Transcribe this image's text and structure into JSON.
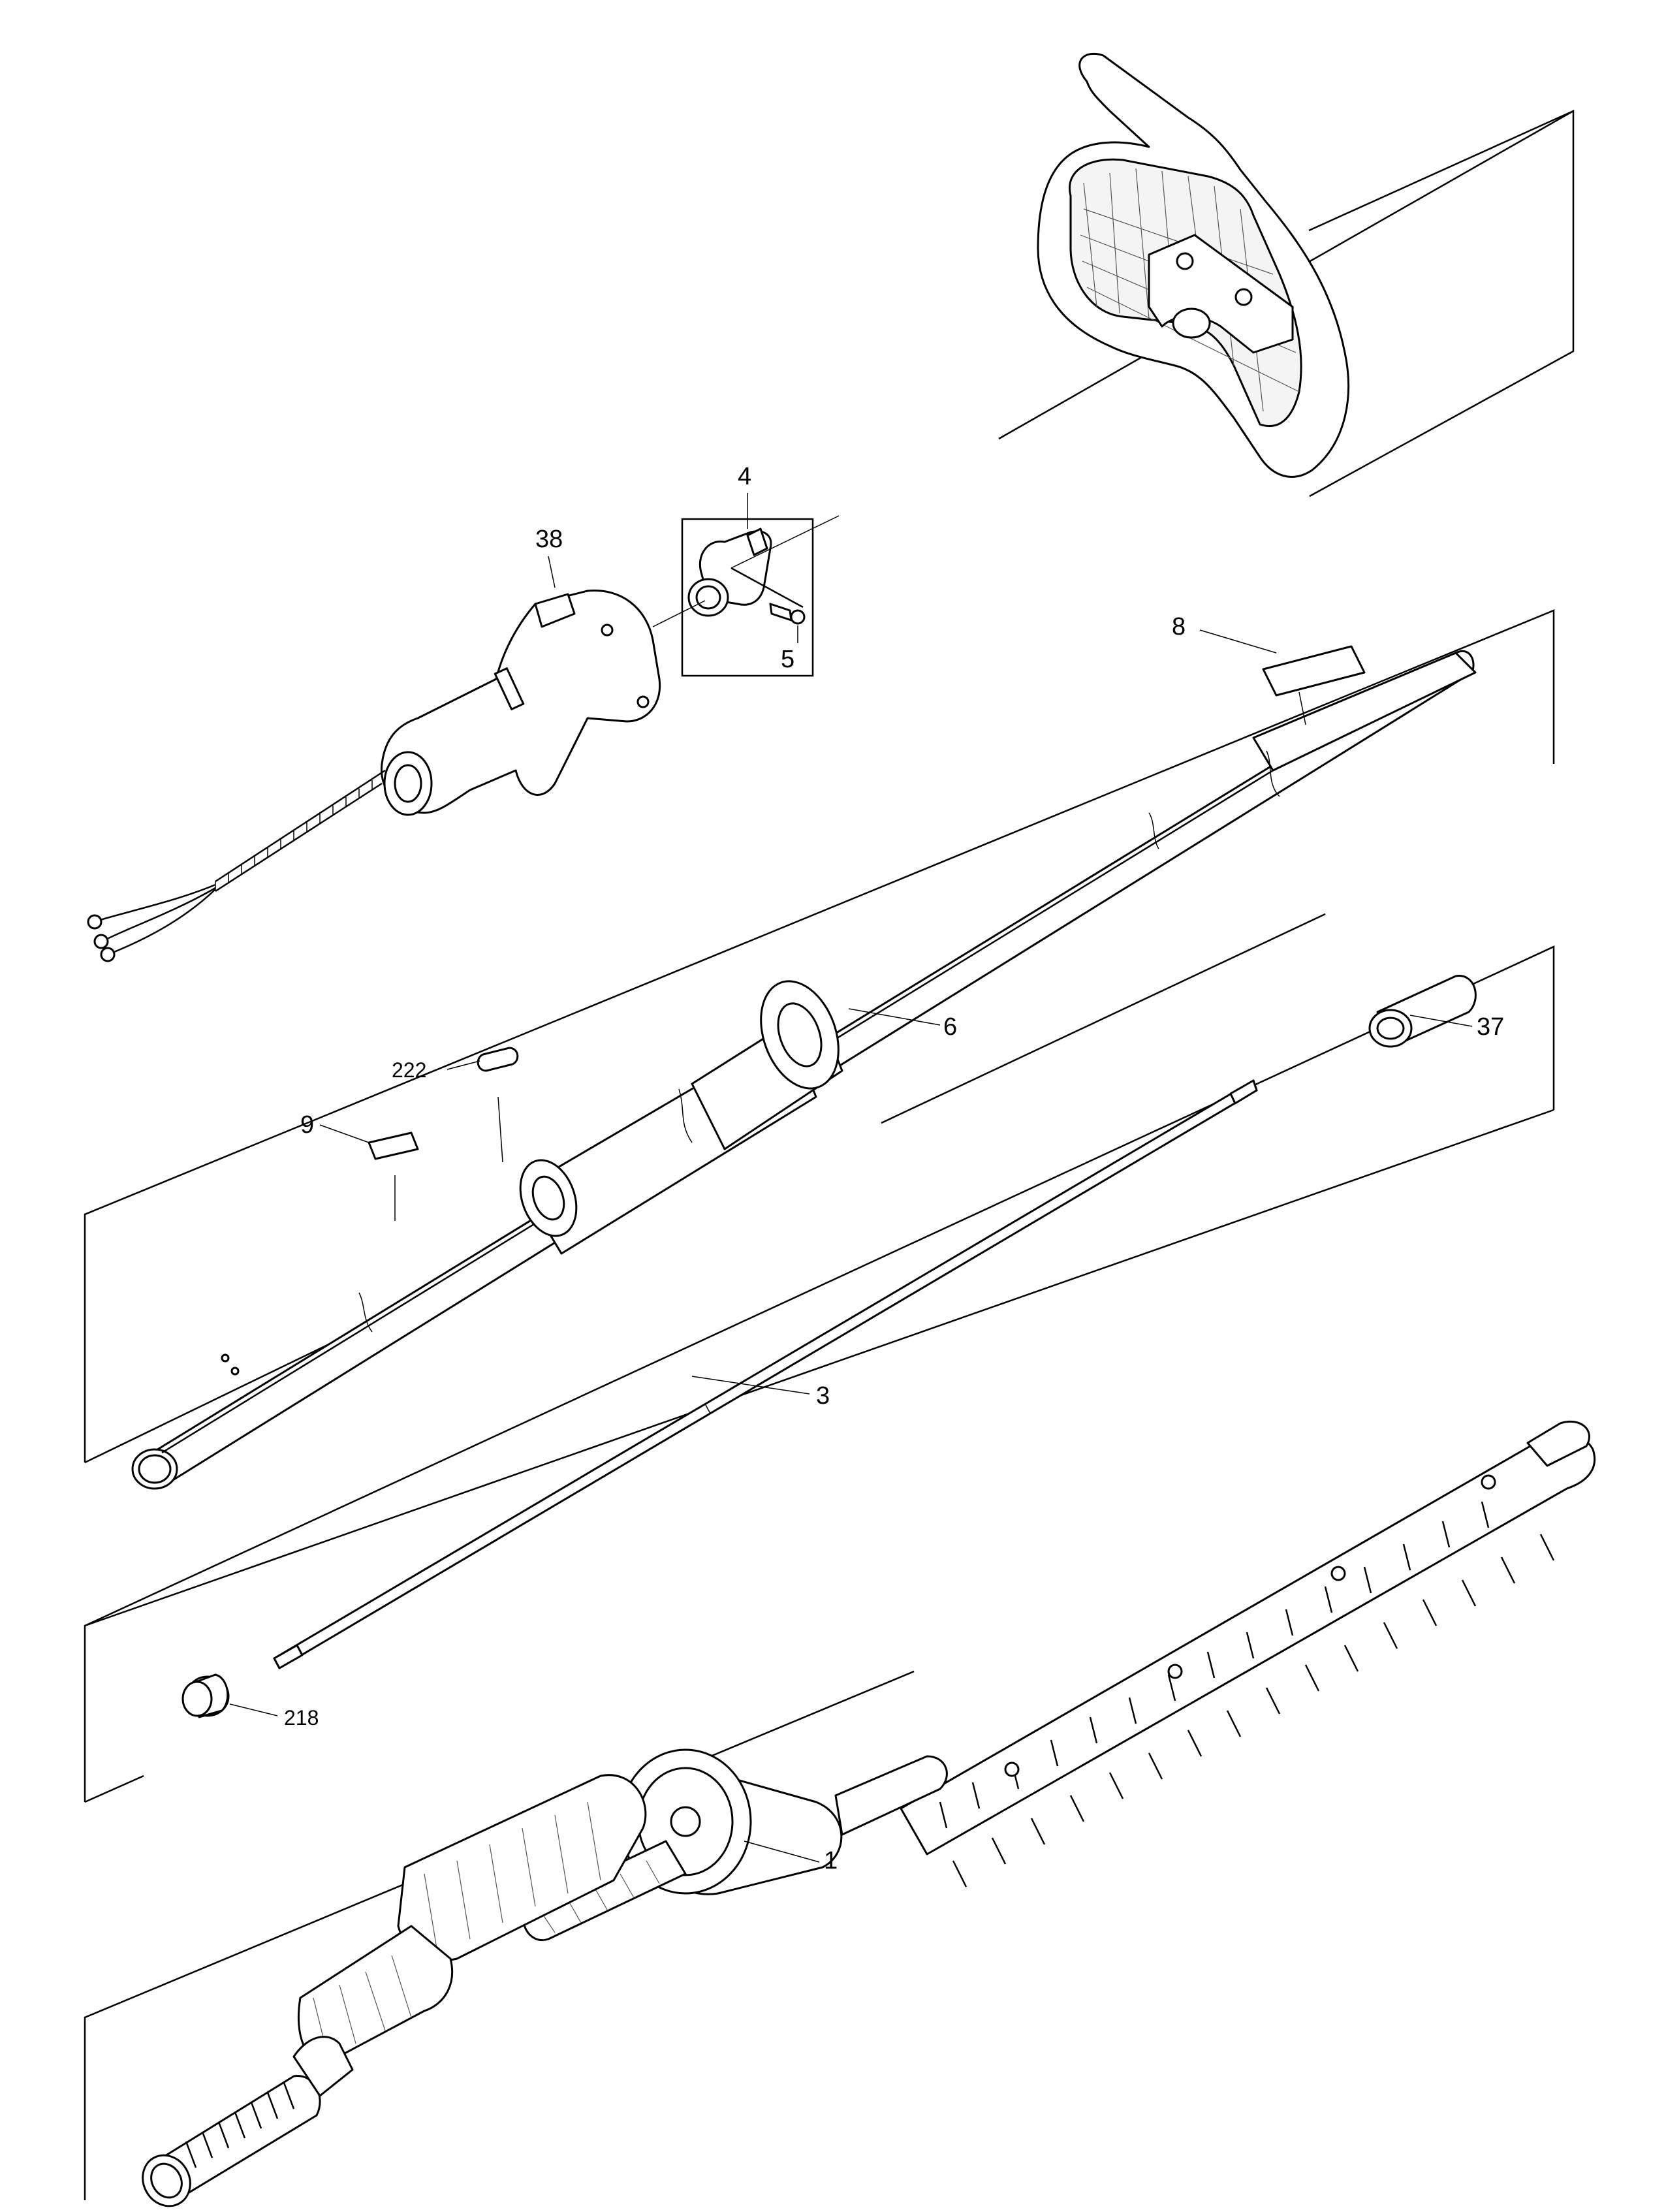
{
  "callouts": {
    "c1": "1",
    "c3": "3",
    "c4": "4",
    "c5": "5",
    "c6": "6",
    "c8": "8",
    "c9": "9",
    "c37": "37",
    "c38": "38",
    "c218": "218",
    "c222": "222"
  }
}
